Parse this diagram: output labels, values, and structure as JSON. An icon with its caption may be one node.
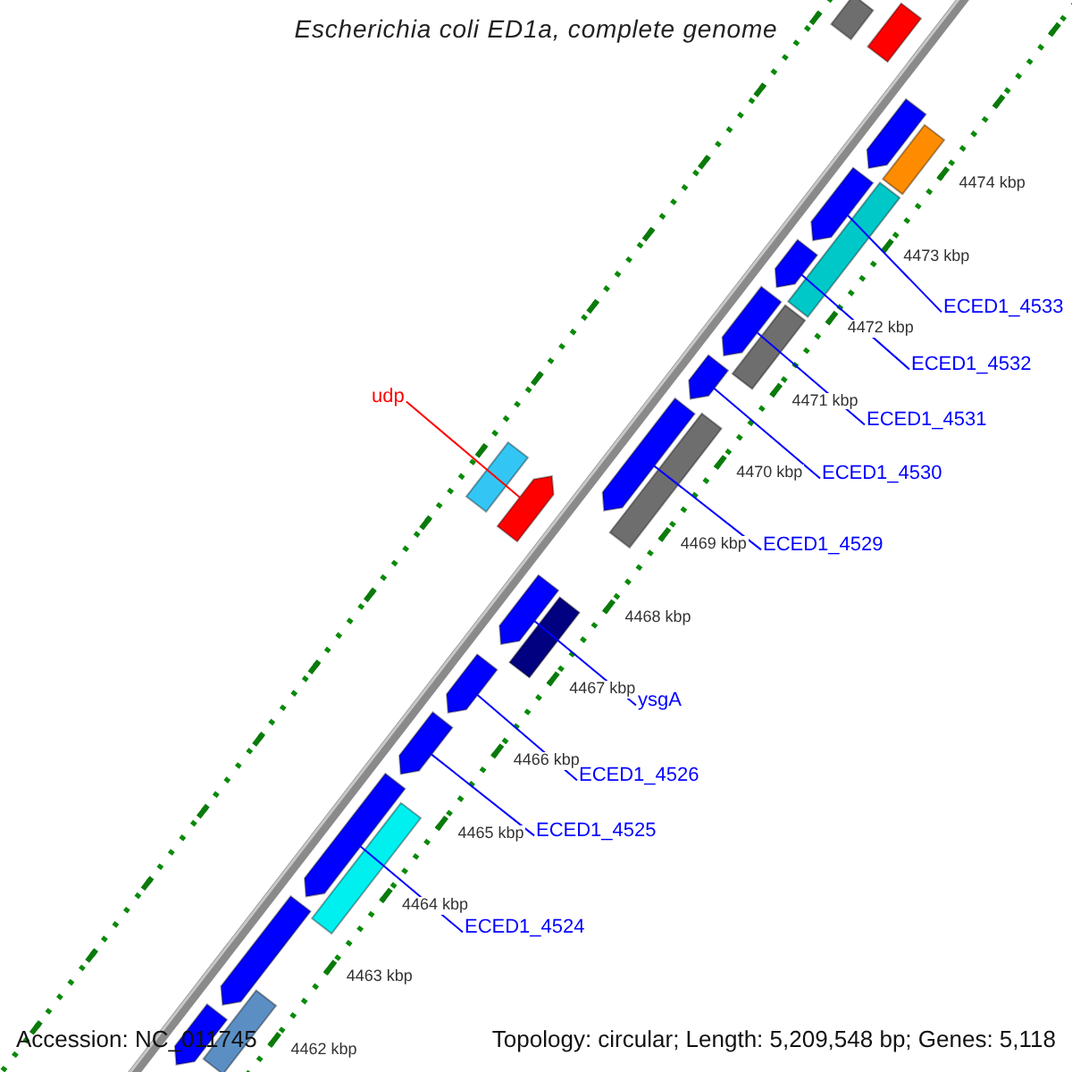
{
  "diagram": {
    "title": "Escherichia coli ED1a, complete genome",
    "nodes": [
      {
        "text": [
          "ECED1_4533"
        ]
      },
      {
        "text": [
          "ECED1_4532"
        ]
      },
      {
        "text": [
          "udp"
        ]
      },
      {
        "text": [
          "ECED1_4531"
        ]
      },
      {
        "text": [
          "ECED1_4530"
        ]
      },
      {
        "text": [
          "ECED1_4529"
        ]
      },
      {
        "text": [
          "ysgA"
        ]
      },
      {
        "text": [
          "ECED1_4526"
        ]
      },
      {
        "text": [
          "ECED1_4525"
        ]
      },
      {
        "text": [
          "ECED1_4524"
        ]
      },
      {
        "text": [],
        "shape": "bar"
      },
      {
        "text": [],
        "shape": "bar"
      },
      {
        "text": [],
        "shape": "arrow"
      },
      {
        "text": [],
        "shape": "bar"
      },
      {
        "text": [],
        "shape": "arrow"
      },
      {
        "text": [],
        "shape": "bar"
      },
      {
        "text": [],
        "shape": "arrow"
      },
      {
        "text": [],
        "shape": "bar"
      },
      {
        "text": [],
        "shape": "arrow"
      },
      {
        "text": [],
        "shape": "arrow"
      },
      {
        "text": [],
        "shape": "bar"
      },
      {
        "text": [],
        "shape": "arrow"
      },
      {
        "text": [],
        "shape": "bar"
      },
      {
        "text": [],
        "shape": "arrow"
      },
      {
        "text": [],
        "shape": "arrow"
      },
      {
        "text": [],
        "shape": "bar"
      },
      {
        "text": [],
        "shape": "arrow"
      },
      {
        "text": [],
        "shape": "arrow"
      },
      {
        "text": [],
        "shape": "arrow"
      },
      {
        "text": [],
        "shape": "bar"
      },
      {
        "text": [],
        "shape": "arrow"
      },
      {
        "text": [],
        "shape": "bar"
      },
      {
        "text": [],
        "shape": "arrow"
      }
    ],
    "edges": [
      {
        "from": 0,
        "to": 14,
        "arrow": "none"
      },
      {
        "from": 1,
        "to": 16,
        "arrow": "none"
      },
      {
        "from": 2,
        "to": 23,
        "arrow": "none",
        "color": "#ff0000"
      },
      {
        "from": 3,
        "to": 18,
        "arrow": "none"
      },
      {
        "from": 4,
        "to": 19,
        "arrow": "none"
      },
      {
        "from": 5,
        "to": 21,
        "arrow": "none"
      },
      {
        "from": 6,
        "to": 24,
        "arrow": "none"
      },
      {
        "from": 7,
        "to": 26,
        "arrow": "none"
      },
      {
        "from": 8,
        "to": 27,
        "arrow": "none"
      },
      {
        "from": 9,
        "to": 28,
        "arrow": "none"
      }
    ],
    "labels": [
      "4474 kbp",
      "4473 kbp",
      "4472 kbp",
      "4471 kbp",
      "4470 kbp",
      "4469 kbp",
      "4468 kbp",
      "4467 kbp",
      "4466 kbp",
      "4465 kbp",
      "4464 kbp",
      "4463 kbp",
      "4462 kbp",
      "Accession: NC_011745",
      "Topology: circular; Length: 5,209,548 bp; Genes: 5,118"
    ]
  }
}
